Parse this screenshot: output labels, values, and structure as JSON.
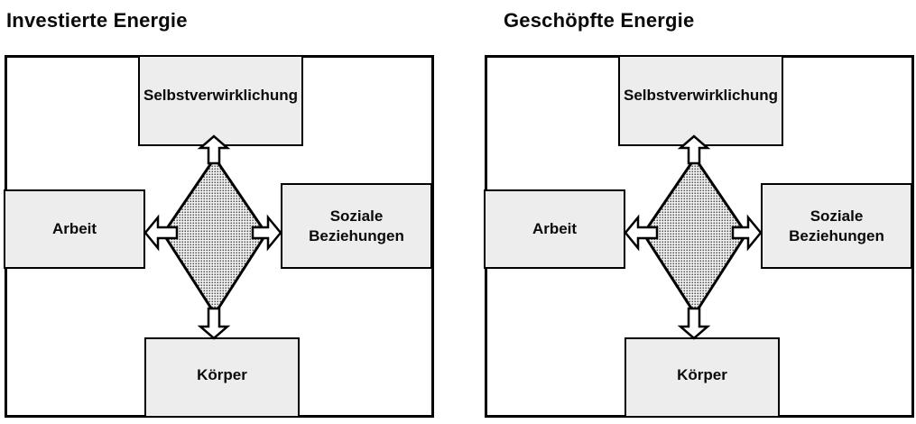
{
  "diagrams": [
    {
      "title": "Investierte Energie",
      "boxes": {
        "top": "Selbstverwirklichung",
        "left": "Arbeit",
        "right": "Soziale Beziehungen",
        "bottom": "Körper"
      }
    },
    {
      "title": "Geschöpfte Energie",
      "boxes": {
        "top": "Selbstverwirklichung",
        "left": "Arbeit",
        "right": "Soziale Beziehungen",
        "bottom": "Körper"
      }
    }
  ],
  "colors": {
    "box_fill": "#ededed",
    "border": "#000000",
    "background": "#ffffff",
    "diamond_dot": "#3a3a3a"
  },
  "icons": {
    "diamond": "stippled-diamond-shape",
    "arrows": [
      "arrow-up-icon",
      "arrow-down-icon",
      "arrow-left-icon",
      "arrow-right-icon"
    ]
  }
}
